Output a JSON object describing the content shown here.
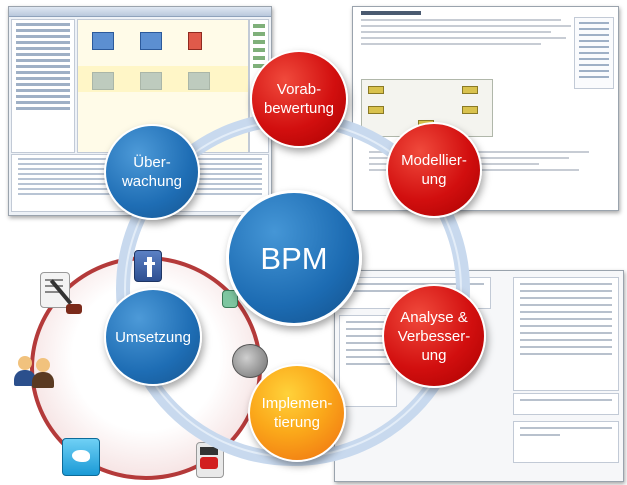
{
  "diagram": {
    "center_label": "BPM",
    "phases": [
      {
        "id": "vorab",
        "label": "Vorab-\nbewertung",
        "color": "#d20f0f"
      },
      {
        "id": "modell",
        "label": "Modellier-\nung",
        "color": "#d20f0f"
      },
      {
        "id": "analyse",
        "label": "Analyse &\nVerbesser-\nung",
        "color": "#d20f0f"
      },
      {
        "id": "implement",
        "label": "Implemen-\ntierung",
        "color": "#fba81a"
      },
      {
        "id": "umsetzung",
        "label": "Umsetzung",
        "color": "#1e6db4"
      },
      {
        "id": "ueberwachung",
        "label": "Über-\nwachung",
        "color": "#1e6db4"
      }
    ],
    "ring_color": "#c8d9ee"
  },
  "background": {
    "screenshots": [
      "process-editor-screenshot",
      "documentation-screenshot",
      "properties-form-screenshot"
    ],
    "social_icons": [
      "document-pen-icon",
      "users-icon",
      "twitter-icon",
      "youtube-icon",
      "facebook-icon",
      "brain-icon"
    ]
  }
}
